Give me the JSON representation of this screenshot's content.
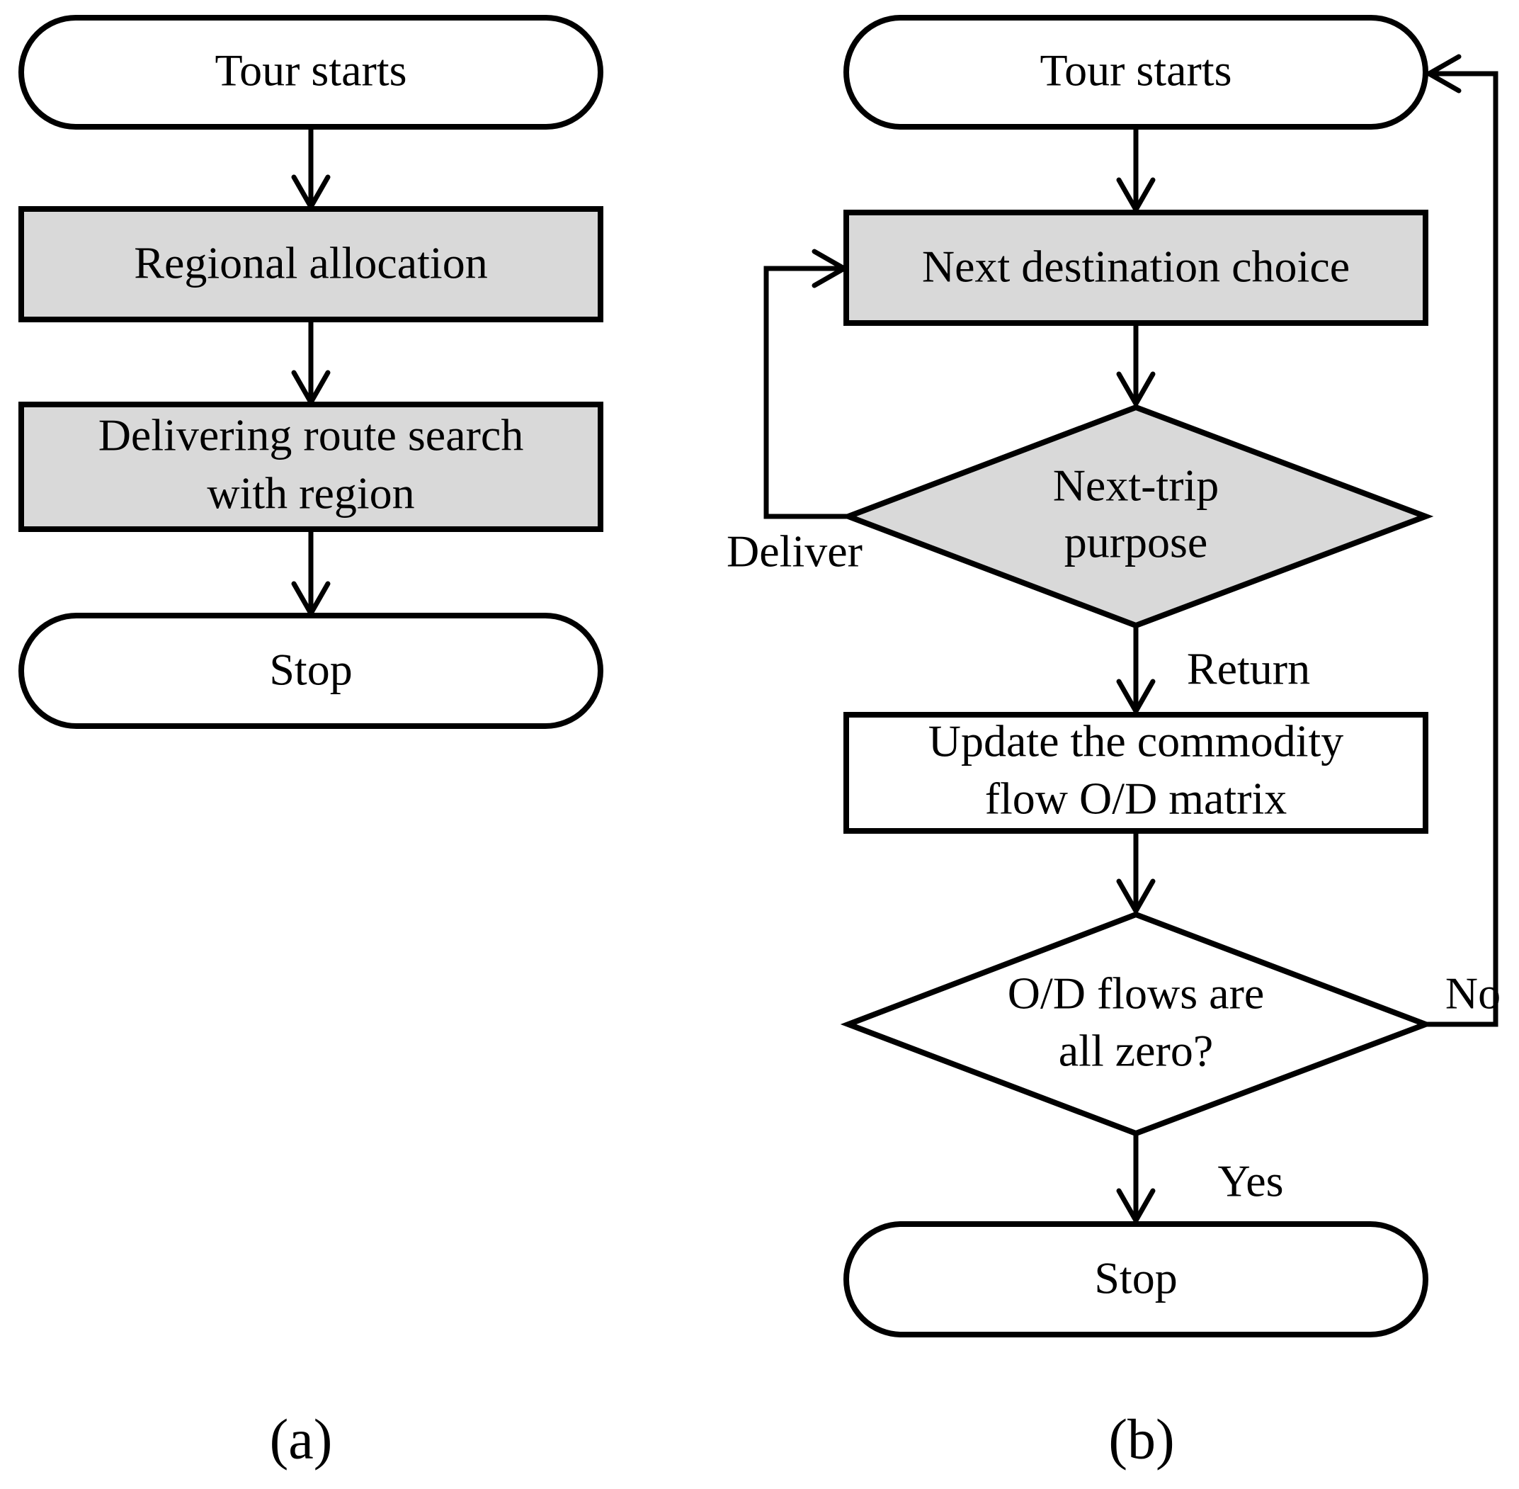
{
  "colors": {
    "stroke": "#000000",
    "process_fill": "#d9d9d9",
    "plain_fill": "#ffffff"
  },
  "panel_a": {
    "caption": "(a)",
    "start": "Tour starts",
    "regional_allocation": "Regional allocation",
    "route_search_line1": "Delivering route search",
    "route_search_line2": "with region",
    "stop": "Stop"
  },
  "panel_b": {
    "caption": "(b)",
    "start": "Tour starts",
    "next_destination": "Next destination choice",
    "purpose_line1": "Next-trip",
    "purpose_line2": "purpose",
    "deliver_label": "Deliver",
    "return_label": "Return",
    "update_line1": "Update the commodity",
    "update_line2": "flow O/D matrix",
    "zero_check_line1": "O/D flows are",
    "zero_check_line2": "all zero?",
    "no_label": "No",
    "yes_label": "Yes",
    "stop": "Stop"
  }
}
